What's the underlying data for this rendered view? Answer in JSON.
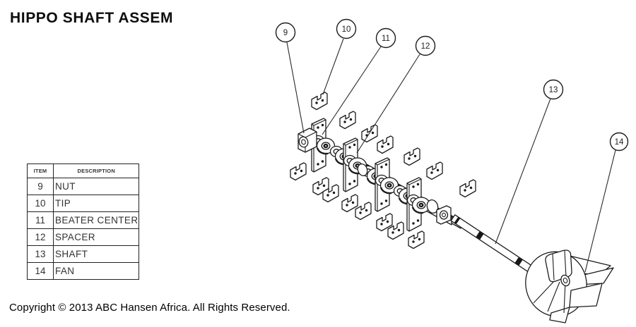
{
  "title": "HIPPO SHAFT ASSEM",
  "copyright": "Copyright © 2013 ABC Hansen Africa. All Rights Reserved.",
  "parts_table": {
    "item_header": "ITEM",
    "description_header": "DESCRIPTION",
    "rows": [
      {
        "item": "9",
        "description": "NUT"
      },
      {
        "item": "10",
        "description": "TIP"
      },
      {
        "item": "11",
        "description": "BEATER CENTER"
      },
      {
        "item": "12",
        "description": "SPACER"
      },
      {
        "item": "13",
        "description": "SHAFT"
      },
      {
        "item": "14",
        "description": "FAN"
      }
    ]
  },
  "callouts": [
    {
      "number": "9",
      "part": "NUT"
    },
    {
      "number": "10",
      "part": "TIP"
    },
    {
      "number": "11",
      "part": "BEATER CENTER"
    },
    {
      "number": "12",
      "part": "SPACER"
    },
    {
      "number": "13",
      "part": "SHAFT"
    },
    {
      "number": "14",
      "part": "FAN"
    }
  ],
  "colors": {
    "line": "#1c1c1c",
    "background": "#ffffff",
    "text": "#0d0d0d"
  }
}
